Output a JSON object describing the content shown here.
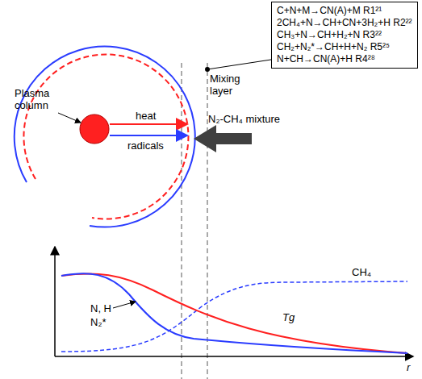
{
  "diagram": {
    "nodes": [
      {
        "text": [
          "C+N+M→CN(A)+M  R1²¹",
          "2CH₄+N→CH+CN+3H₂+H  R2²²",
          "CH₃+N→CH+H₂+N  R3²²",
          "CH₂+N₂*→CH+H+N₂  R5²⁵",
          "N+CH→CN(A)+H  R4²⁸"
        ]
      }
    ],
    "labels": [
      "Mixing layer",
      "Plasma column",
      "heat",
      "radicals",
      "N₂-CH₄ mixture",
      "CH₄",
      "N, H",
      "N₂*",
      "Tg",
      "r"
    ]
  }
}
